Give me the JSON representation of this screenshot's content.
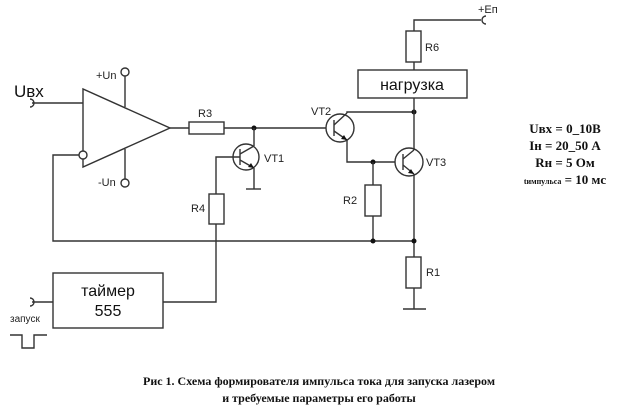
{
  "diagram": {
    "title": "Схема формирователя импульса тока для запуска лазером",
    "labels": {
      "input": "Uвх",
      "plus_supply": "+Un",
      "minus_supply": "-Un",
      "power": "+Eп",
      "r1": "R1",
      "r2": "R2",
      "r3": "R3",
      "r4": "R4",
      "r6": "R6",
      "vt1": "VT1",
      "vt2": "VT2",
      "vt3": "VT3",
      "load": "нагрузка",
      "timer_line1": "таймер",
      "timer_line2": "555",
      "trigger": "запуск"
    },
    "parameters": [
      {
        "name": "Uвх",
        "value": "= 0_10В"
      },
      {
        "name": "Iн",
        "value": "= 20_50 А"
      },
      {
        "name": "Rн",
        "value": "= 5 Ом"
      },
      {
        "name": "tимпульса",
        "value": "= 10 мс"
      }
    ],
    "caption": {
      "line1": "Рис 1. Схема формирователя импульса тока для запуска лазером",
      "line2": "и требуемые параметры его работы"
    }
  }
}
